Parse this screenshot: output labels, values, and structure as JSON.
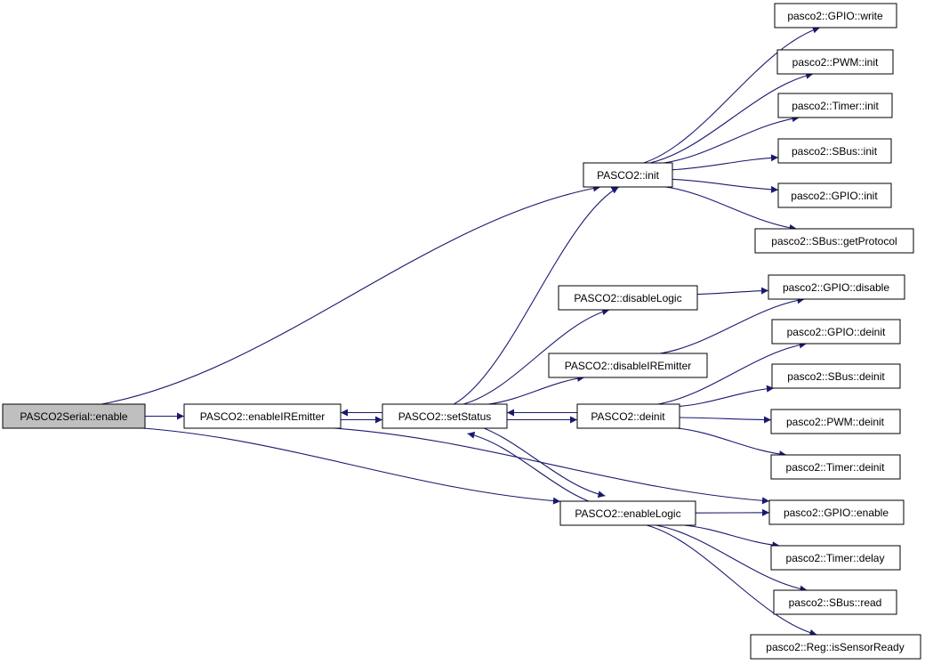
{
  "colors": {
    "edge": "#191970",
    "root_fill": "#bfbfbf",
    "node_fill": "#ffffff",
    "border": "#000000"
  },
  "nodes": {
    "serial_enable": "PASCO2Serial::enable",
    "enable_ir": "PASCO2::enableIREmitter",
    "set_status": "PASCO2::setStatus",
    "init": "PASCO2::init",
    "disable_logic": "PASCO2::disableLogic",
    "disable_ir": "PASCO2::disableIREmitter",
    "deinit": "PASCO2::deinit",
    "enable_logic": "PASCO2::enableLogic",
    "gpio_write": "pasco2::GPIO::write",
    "pwm_init": "pasco2::PWM::init",
    "timer_init": "pasco2::Timer::init",
    "sbus_init": "pasco2::SBus::init",
    "gpio_init": "pasco2::GPIO::init",
    "sbus_getprotocol": "pasco2::SBus::getProtocol",
    "gpio_disable": "pasco2::GPIO::disable",
    "gpio_deinit": "pasco2::GPIO::deinit",
    "sbus_deinit": "pasco2::SBus::deinit",
    "pwm_deinit": "pasco2::PWM::deinit",
    "timer_deinit": "pasco2::Timer::deinit",
    "gpio_enable": "pasco2::GPIO::enable",
    "timer_delay": "pasco2::Timer::delay",
    "sbus_read": "pasco2::SBus::read",
    "reg_issensorready": "pasco2::Reg::isSensorReady"
  },
  "edges": [
    [
      "serial_enable",
      "enable_ir"
    ],
    [
      "serial_enable",
      "init"
    ],
    [
      "serial_enable",
      "enable_logic"
    ],
    [
      "enable_ir",
      "set_status"
    ],
    [
      "enable_ir",
      "gpio_enable"
    ],
    [
      "set_status",
      "enable_ir"
    ],
    [
      "set_status",
      "init"
    ],
    [
      "set_status",
      "disable_logic"
    ],
    [
      "set_status",
      "disable_ir"
    ],
    [
      "set_status",
      "deinit"
    ],
    [
      "set_status",
      "enable_logic"
    ],
    [
      "deinit",
      "set_status"
    ],
    [
      "enable_logic",
      "set_status"
    ],
    [
      "init",
      "gpio_write"
    ],
    [
      "init",
      "pwm_init"
    ],
    [
      "init",
      "timer_init"
    ],
    [
      "init",
      "sbus_init"
    ],
    [
      "init",
      "gpio_init"
    ],
    [
      "init",
      "sbus_getprotocol"
    ],
    [
      "disable_logic",
      "gpio_disable"
    ],
    [
      "disable_ir",
      "gpio_disable"
    ],
    [
      "deinit",
      "gpio_deinit"
    ],
    [
      "deinit",
      "sbus_deinit"
    ],
    [
      "deinit",
      "pwm_deinit"
    ],
    [
      "deinit",
      "timer_deinit"
    ],
    [
      "enable_logic",
      "gpio_enable"
    ],
    [
      "enable_logic",
      "timer_delay"
    ],
    [
      "enable_logic",
      "sbus_read"
    ],
    [
      "enable_logic",
      "reg_issensorready"
    ]
  ]
}
